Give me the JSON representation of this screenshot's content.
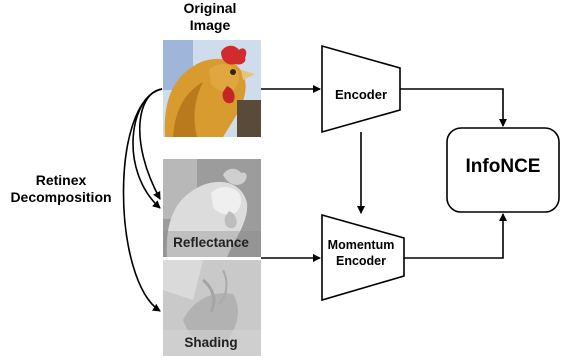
{
  "inputs": {
    "original_label": "Original Image",
    "original_line1": "Original",
    "original_line2": "Image",
    "retinex_line1": "Retinex",
    "retinex_line2": "Decomposition",
    "reflectance_label": "Reflectance",
    "shading_label": "Shading"
  },
  "modules": {
    "encoder_label": "Encoder",
    "momentum_line1": "Momentum",
    "momentum_line2": "Encoder",
    "loss_label": "InfoNCE"
  },
  "colors": {
    "stroke": "#000000",
    "background": "#ffffff",
    "original_bg": "#cfdcec",
    "reflectance_bg": "#9c9c9c",
    "shading_bg": "#c9c9c9"
  }
}
